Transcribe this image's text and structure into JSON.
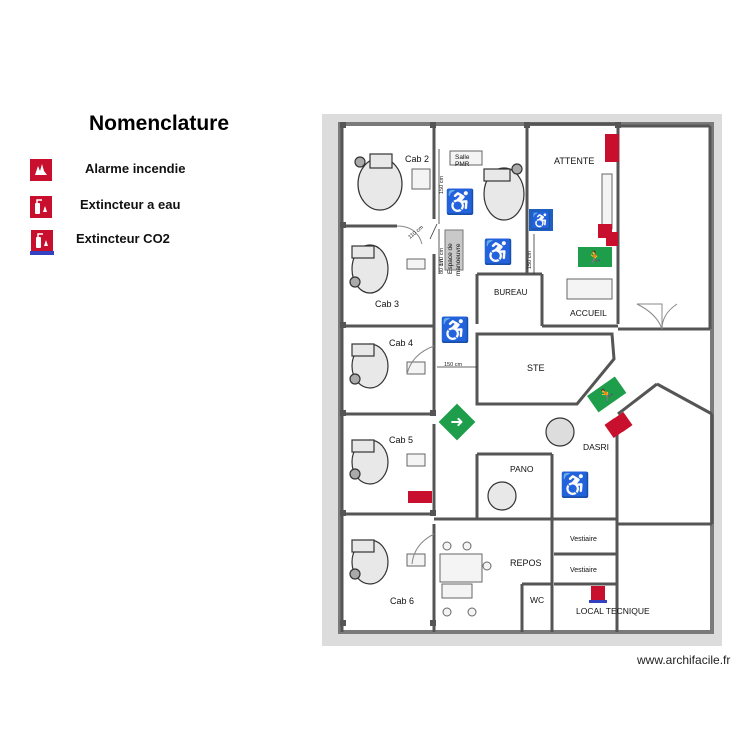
{
  "legend": {
    "title": "Nomenclature",
    "items": [
      {
        "label": "Alarme incendie",
        "icon": "fire-alarm-icon"
      },
      {
        "label": "Extincteur a eau",
        "icon": "water-extinguisher-icon"
      },
      {
        "label": "Extincteur CO2",
        "icon": "co2-extinguisher-icon"
      }
    ]
  },
  "rooms": {
    "cab2": "Cab 2",
    "cab3": "Cab 3",
    "cab4": "Cab 4",
    "cab5": "Cab 5",
    "cab6": "Cab 6",
    "salle_pmr_1": "Salle",
    "salle_pmr_2": "PMR",
    "attente": "ATTENTE",
    "bureau": "BUREAU",
    "accueil": "ACCUEIL",
    "ste": "STE",
    "dasri": "DASRI",
    "pano": "PANO",
    "repos": "REPOS",
    "vestiaire_1": "Vestiaire",
    "vestiaire_2": "Vestiaire",
    "wc": "WC",
    "local_technique": "LOCAL TECNIQUE",
    "espace_manoeuvre_1": "Espace de",
    "espace_manoeuvre_2": "manoeuvre"
  },
  "dimensions": {
    "d1": "150 cm",
    "d2": "170 cm",
    "d3": "150 cm",
    "d4": "110 cm",
    "d5": "80 cm",
    "d6": "150 cm"
  },
  "colors": {
    "fire_red": "#c8102e",
    "exit_green": "#1e9e4a",
    "pmr_blue": "#1f5fbf",
    "wall": "#6a6a6a",
    "outer": "#9a9a9a"
  },
  "watermark": "www.archifacile.fr"
}
